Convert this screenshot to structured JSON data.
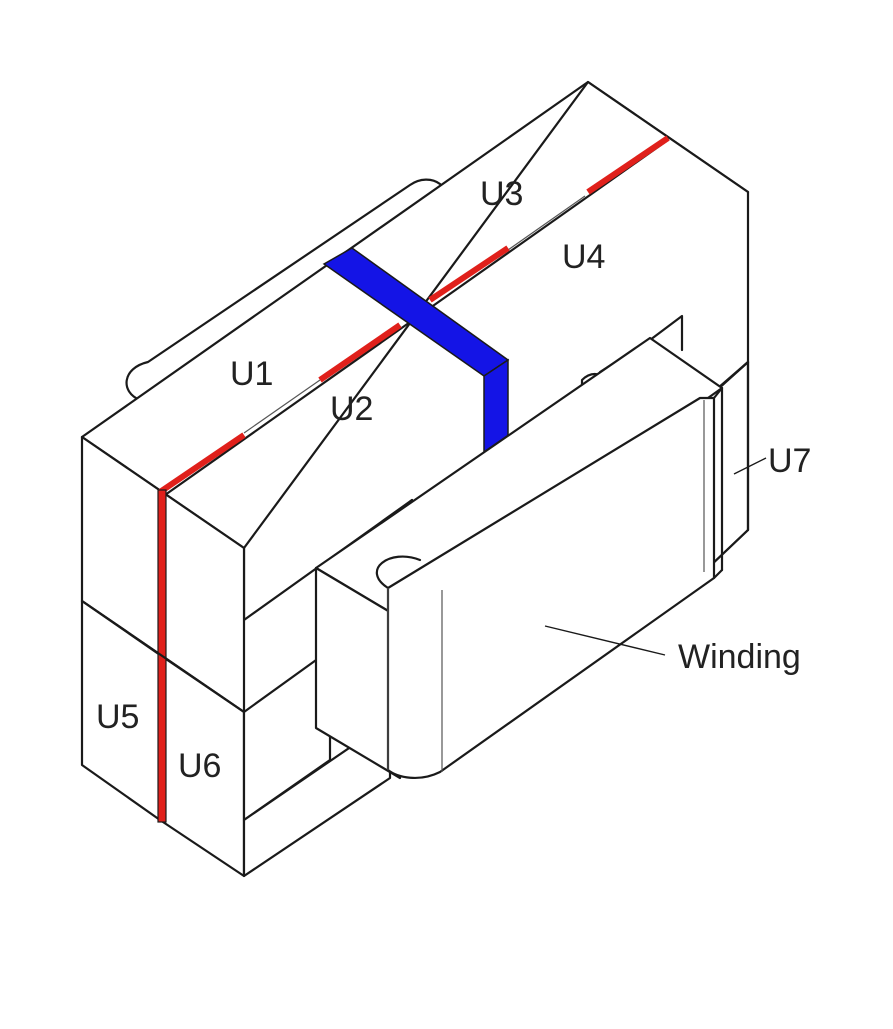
{
  "labels": {
    "u1": "U1",
    "u2": "U2",
    "u3": "U3",
    "u4": "U4",
    "u5": "U5",
    "u6": "U6",
    "u7": "U7",
    "winding": "Winding"
  },
  "colors": {
    "background": "#ffffff",
    "outline": "#1a1a1a",
    "gap_marker": "#e0201b",
    "sensing_band": "#1414e6"
  }
}
